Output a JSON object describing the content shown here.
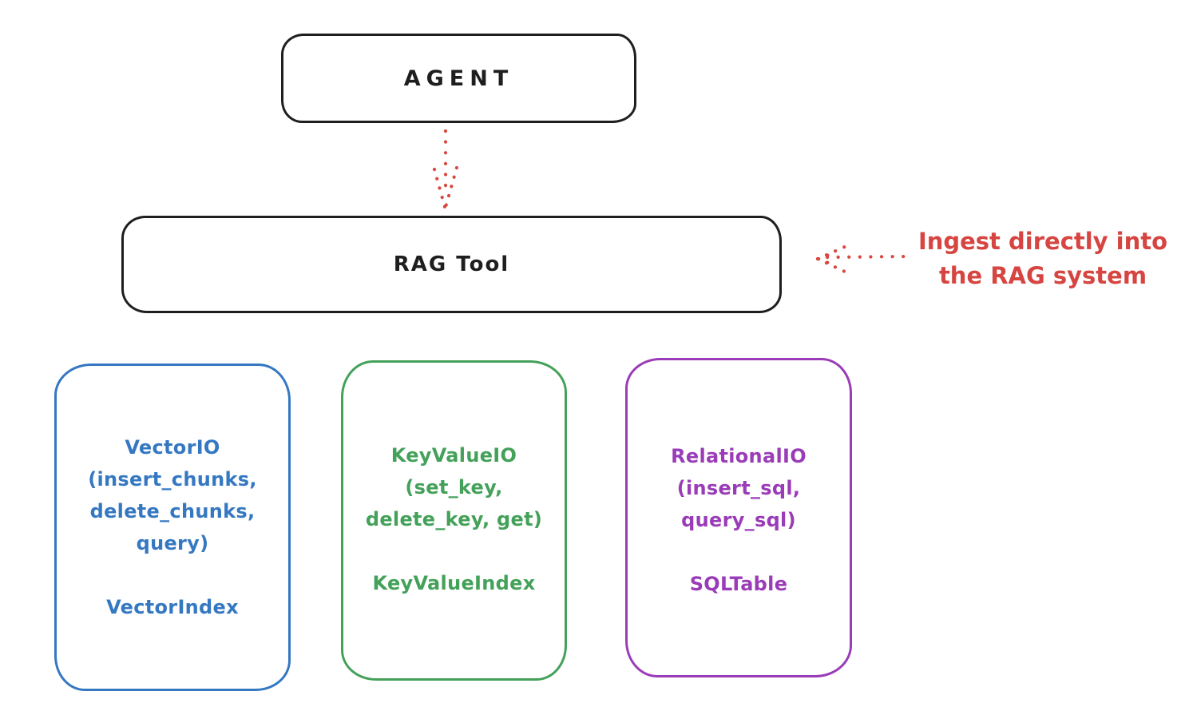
{
  "colors": {
    "ink": "#1e1e1e",
    "red": "#d64541",
    "blue": "#3578c2",
    "green": "#44a159",
    "purple": "#9a3cb8",
    "background": "#ffffff"
  },
  "agent": {
    "label": "AGENT"
  },
  "rag_tool": {
    "label": "RAG Tool"
  },
  "annotation": {
    "text": "Ingest directly into\nthe RAG system"
  },
  "arrows": {
    "agent_to_rag": "dotted-down-arrow",
    "ingest_into_rag": "dotted-left-arrow"
  },
  "backends": [
    {
      "name": "vector-io",
      "color": "#3578c2",
      "body": "VectorIO\n(insert_chunks,\ndelete_chunks,\nquery)",
      "index": "VectorIndex"
    },
    {
      "name": "keyvalue-io",
      "color": "#44a159",
      "body": "KeyValueIO\n(set_key,\ndelete_key, get)",
      "index": "KeyValueIndex"
    },
    {
      "name": "relational-io",
      "color": "#9a3cb8",
      "body": "RelationalIO\n(insert_sql,\nquery_sql)",
      "index": "SQLTable"
    }
  ]
}
